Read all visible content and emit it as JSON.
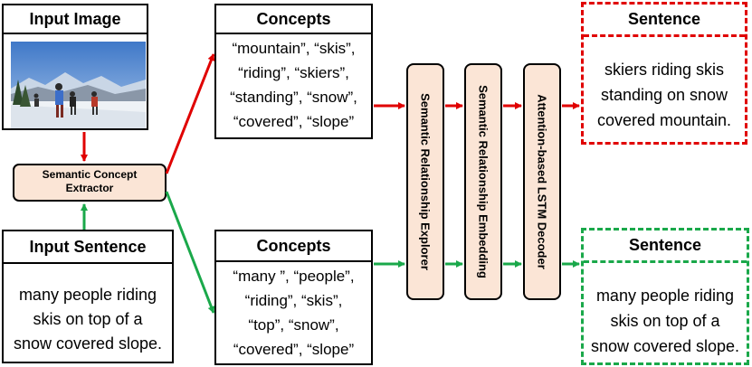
{
  "input_image": {
    "title": "Input Image"
  },
  "extractor": {
    "line1": "Semantic Concept",
    "line2": "Extractor"
  },
  "input_sentence": {
    "title": "Input Sentence",
    "lines": [
      "many people riding",
      "skis on top of a",
      "snow covered slope."
    ]
  },
  "concepts_top": {
    "title": "Concepts",
    "lines": [
      "“mountain”, “skis”,",
      "“riding”, “skiers”,",
      "“standing”, “snow”,",
      "“covered”, “slope”"
    ]
  },
  "concepts_bottom": {
    "title": "Concepts",
    "lines": [
      "“many ”, “people”,",
      "“riding”, “skis”,",
      "“top”, “snow”,",
      "“covered”, “slope”"
    ]
  },
  "modules": {
    "explorer": "Semantic Relationship Explorer",
    "embedding": "Semantic Relationship Embedding",
    "decoder": "Attention-based LSTM Decoder"
  },
  "sentence_top": {
    "title": "Sentence",
    "lines": [
      "skiers riding  skis",
      "standing on snow",
      "covered mountain."
    ]
  },
  "sentence_bottom": {
    "title": "Sentence",
    "lines": [
      "many people riding",
      "skis on top of a",
      "snow covered slope."
    ]
  },
  "colors": {
    "red": "#e00000",
    "green": "#1aa84a",
    "module_fill": "#fbe5d6"
  }
}
